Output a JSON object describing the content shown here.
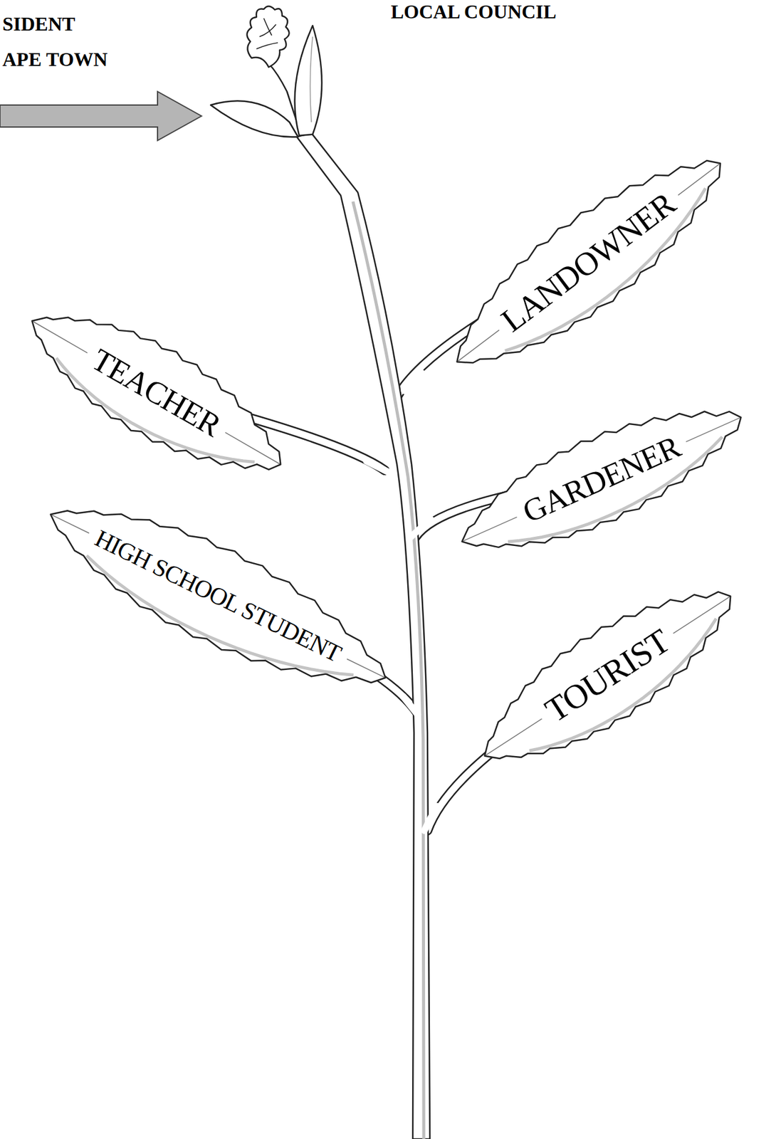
{
  "diagram": {
    "nodes": [
      {
        "text": [
          "LANDOWNER"
        ]
      },
      {
        "text": [
          "TEACHER"
        ]
      },
      {
        "text": [
          "GARDENER"
        ]
      },
      {
        "text": [
          "HIGH SCHOOL STUDENT"
        ]
      },
      {
        "text": [
          "TOURIST"
        ]
      }
    ],
    "labels": [
      "LOCAL COUNCIL",
      "SIDENT",
      "APE TOWN"
    ]
  }
}
